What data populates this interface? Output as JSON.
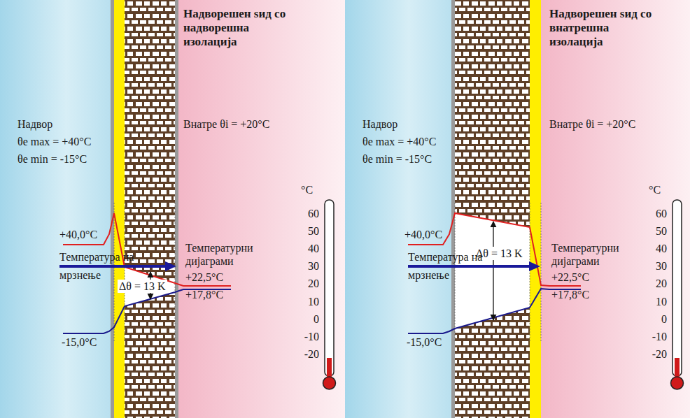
{
  "diagram": {
    "labels": [
      "Надворешен ѕид со надворешна изолација",
      "Надвор",
      "θe max = +40°C",
      "θe min = -15°C",
      "Внатре θi = +20°C",
      "°C",
      "60",
      "50",
      "40",
      "30",
      "20",
      "10",
      "0",
      "-10",
      "-20",
      "+40,0°C",
      "Температурни дијаграми",
      "+22,5°C",
      "+17,8°C",
      "Δθ = 13 K",
      "Температура на мрзнење",
      "-15,0°C",
      "Надворешен ѕид со внатрешна изолација",
      "Надвор",
      "θe max = +40°C",
      "θe min = -15°C",
      "Внатре θi = +20°C",
      "°C",
      "60",
      "50",
      "40",
      "30",
      "20",
      "10",
      "0",
      "-10",
      "-20",
      "+40,0°C",
      "Температурни дијаграми",
      "+22,5°C",
      "+17,8°C",
      "Δθ = 13 K",
      "Температура на мрзнење",
      "-15,0°C"
    ]
  }
}
